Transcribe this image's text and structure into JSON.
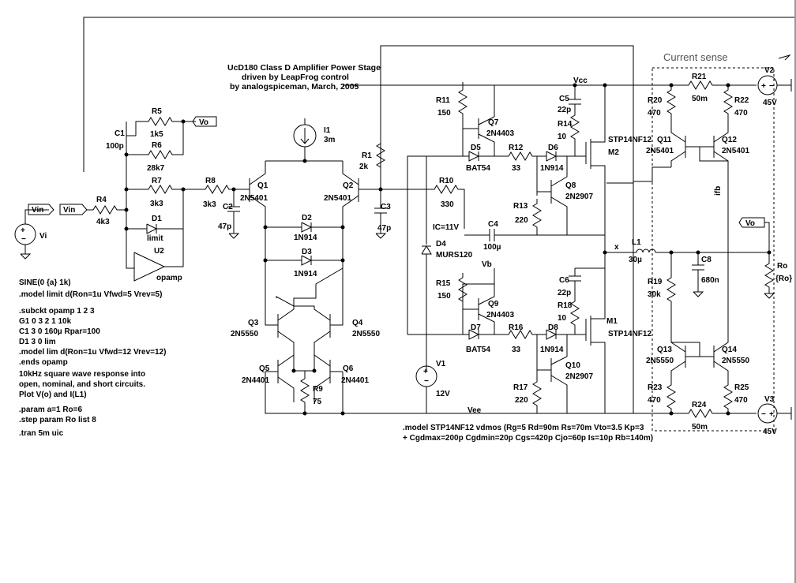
{
  "title": {
    "line1": "UcD180 Class D Amplifier Power Stage",
    "line2": "driven by LeapFrog control",
    "line3": "by analogspiceman, March, 2005"
  },
  "current_sense_label": "Current sense",
  "components": {
    "R5": {
      "name": "R5",
      "value": "1k5"
    },
    "R6": {
      "name": "R6",
      "value": "28k7"
    },
    "R7": {
      "name": "R7",
      "value": "3k3"
    },
    "R8": {
      "name": "R8",
      "value": "3k3"
    },
    "R4": {
      "name": "R4",
      "value": "4k3"
    },
    "R1": {
      "name": "R1",
      "value": "2k"
    },
    "R10": {
      "name": "R10",
      "value": "330"
    },
    "R11": {
      "name": "R11",
      "value": "150"
    },
    "R12": {
      "name": "R12",
      "value": "33"
    },
    "R13": {
      "name": "R13",
      "value": "220"
    },
    "R14": {
      "name": "R14",
      "value": "10"
    },
    "R15": {
      "name": "R15",
      "value": "150"
    },
    "R16": {
      "name": "R16",
      "value": "33"
    },
    "R17": {
      "name": "R17",
      "value": "220"
    },
    "R18": {
      "name": "R18",
      "value": "10"
    },
    "R9": {
      "name": "R9",
      "value": "75"
    },
    "R19": {
      "name": "R19",
      "value": "30k"
    },
    "R20": {
      "name": "R20",
      "value": "470"
    },
    "R21": {
      "name": "R21",
      "value": "50m"
    },
    "R22": {
      "name": "R22",
      "value": "470"
    },
    "R23": {
      "name": "R23",
      "value": "470"
    },
    "R24": {
      "name": "R24",
      "value": "50m"
    },
    "R25": {
      "name": "R25",
      "value": "470"
    },
    "Ro": {
      "name": "Ro",
      "value": "{Ro}"
    },
    "C1": {
      "name": "C1",
      "value": "100p"
    },
    "C2": {
      "name": "C2",
      "value": "47p"
    },
    "C3": {
      "name": "C3",
      "value": "47p"
    },
    "C4": {
      "name": "C4",
      "value": "100µ"
    },
    "C5": {
      "name": "C5",
      "value": "22p"
    },
    "C6": {
      "name": "C6",
      "value": "22p"
    },
    "C8": {
      "name": "C8",
      "value": "680n"
    },
    "L1": {
      "name": "L1",
      "value": "30µ"
    },
    "I1": {
      "name": "I1",
      "value": "3m"
    },
    "V1": {
      "name": "V1",
      "value": "12V"
    },
    "V2": {
      "name": "V2",
      "value": "45V"
    },
    "V3": {
      "name": "V3",
      "value": "45V"
    },
    "D1": {
      "name": "D1",
      "value": "limit"
    },
    "D2": {
      "name": "D2",
      "value": "1N914"
    },
    "D3": {
      "name": "D3",
      "value": "1N914"
    },
    "D4": {
      "name": "D4",
      "value": "MURS120"
    },
    "D5": {
      "name": "D5",
      "value": "BAT54"
    },
    "D6": {
      "name": "D6",
      "value": "1N914"
    },
    "D7": {
      "name": "D7",
      "value": "BAT54"
    },
    "D8": {
      "name": "D8",
      "value": "1N914"
    },
    "Q1": {
      "name": "Q1",
      "value": "2N5401"
    },
    "Q2": {
      "name": "Q2",
      "value": "2N5401"
    },
    "Q3": {
      "name": "Q3",
      "value": "2N5550"
    },
    "Q4": {
      "name": "Q4",
      "value": "2N5550"
    },
    "Q5": {
      "name": "Q5",
      "value": "2N4401"
    },
    "Q6": {
      "name": "Q6",
      "value": "2N4401"
    },
    "Q7": {
      "name": "Q7",
      "value": "2N4403"
    },
    "Q8": {
      "name": "Q8",
      "value": "2N2907"
    },
    "Q9": {
      "name": "Q9",
      "value": "2N4403"
    },
    "Q10": {
      "name": "Q10",
      "value": "2N2907"
    },
    "Q11": {
      "name": "Q11",
      "value": "2N5401"
    },
    "Q12": {
      "name": "Q12",
      "value": "2N5401"
    },
    "Q13": {
      "name": "Q13",
      "value": "2N5550"
    },
    "Q14": {
      "name": "Q14",
      "value": "2N5550"
    },
    "M1": {
      "name": "M1",
      "value": "STP14NF12"
    },
    "M2": {
      "name": "M2",
      "value": "STP14NF12"
    },
    "U2": {
      "name": "U2",
      "value": "opamp"
    },
    "Vi": {
      "name": "Vi"
    }
  },
  "nets": {
    "vin_flag": "Vin",
    "vin_flag2": "Vin",
    "vo_flag": "Vo",
    "vo_flag2": "Vo",
    "vcc": "Vcc",
    "vee": "Vee",
    "vb": "Vb",
    "x": "x",
    "ifb": "ifb",
    "ic": "IC=11V"
  },
  "directives": [
    "SINE(0 {a} 1k)",
    ".model limit d(Ron=1u Vfwd=5 Vrev=5)",
    ".subckt opamp 1 2 3",
    "G1 0 3 2 1 10k",
    "C1 3 0 160µ Rpar=100",
    "D1 3 0 lim",
    ".model lim d(Ron=1u Vfwd=12 Vrev=12)",
    ".ends opamp",
    "10kHz square wave response into",
    "open, nominal, and short circuits.",
    "Plot V(o) and I(L1)",
    ".param a=1 Ro=6",
    ".step param Ro list 8",
    ".tran 5m uic"
  ],
  "model_line1": ".model STP14NF12 vdmos (Rg=5 Rd=90m Rs=70m Vto=3.5 Kp=3",
  "model_line2": "+ Cgdmax=200p Cgdmin=20p Cgs=420p Cjo=60p Is=10p Rb=140m)"
}
